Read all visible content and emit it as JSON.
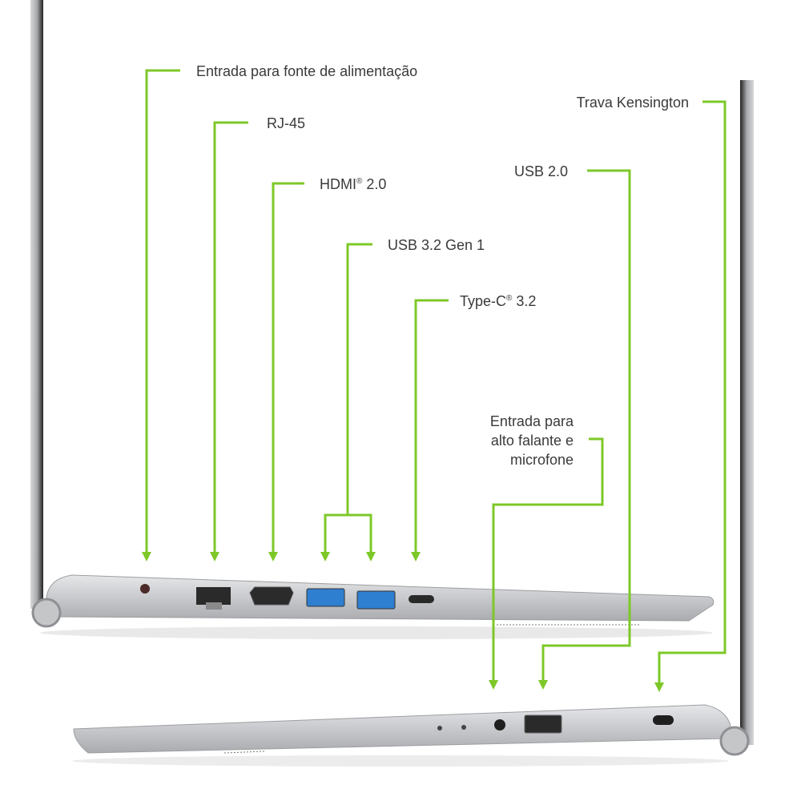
{
  "labels": {
    "power": "Entrada para fonte de alimentação",
    "rj45": "RJ-45",
    "hdmi": {
      "main": "HDMI",
      "sup": "®",
      "rest": " 2.0"
    },
    "usb32": "USB 3.2 Gen 1",
    "typec": {
      "main": "Type-C",
      "sup": "®",
      "rest": " 3.2"
    },
    "audio": [
      "Entrada para",
      "alto falante e",
      "microfone"
    ],
    "usb20": "USB 2.0",
    "kensington": "Trava Kensington"
  },
  "colors": {
    "accent": "#7dc828",
    "chassis": "#c9cbce",
    "usb3_blue": "#2f7fd0"
  }
}
